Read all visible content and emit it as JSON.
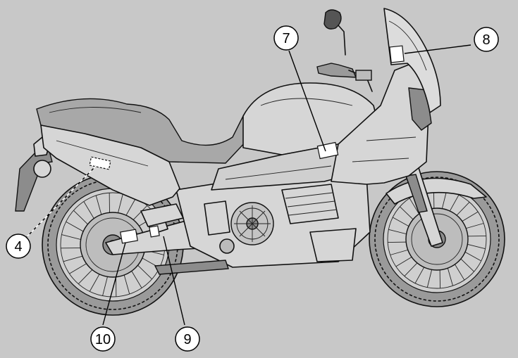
{
  "callouts": [
    {
      "id": "4",
      "label": "4"
    },
    {
      "id": "7",
      "label": "7"
    },
    {
      "id": "8",
      "label": "8"
    },
    {
      "id": "9",
      "label": "9"
    },
    {
      "id": "10",
      "label": "10"
    }
  ],
  "colors": {
    "background": "#c8c8c8",
    "bike_body": "#d6d6d6",
    "outline": "#111111",
    "label_plate": "#ffffff"
  }
}
